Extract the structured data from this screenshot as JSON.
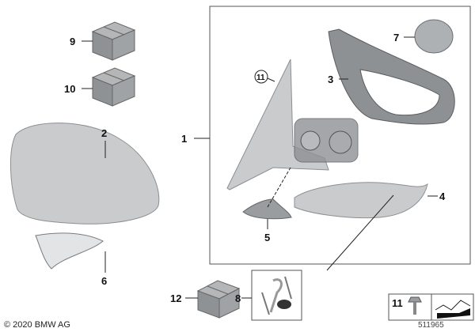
{
  "diagram": {
    "callouts": {
      "p1": "1",
      "p2": "2",
      "p3": "3",
      "p4": "4",
      "p5": "5",
      "p6": "6",
      "p7": "7",
      "p8": "8",
      "p9": "9",
      "p10": "10",
      "p11_circled": "11",
      "p11": "11",
      "p12": "12"
    },
    "copyright": "© 2020 BMW AG",
    "diagram_number": "511965"
  }
}
